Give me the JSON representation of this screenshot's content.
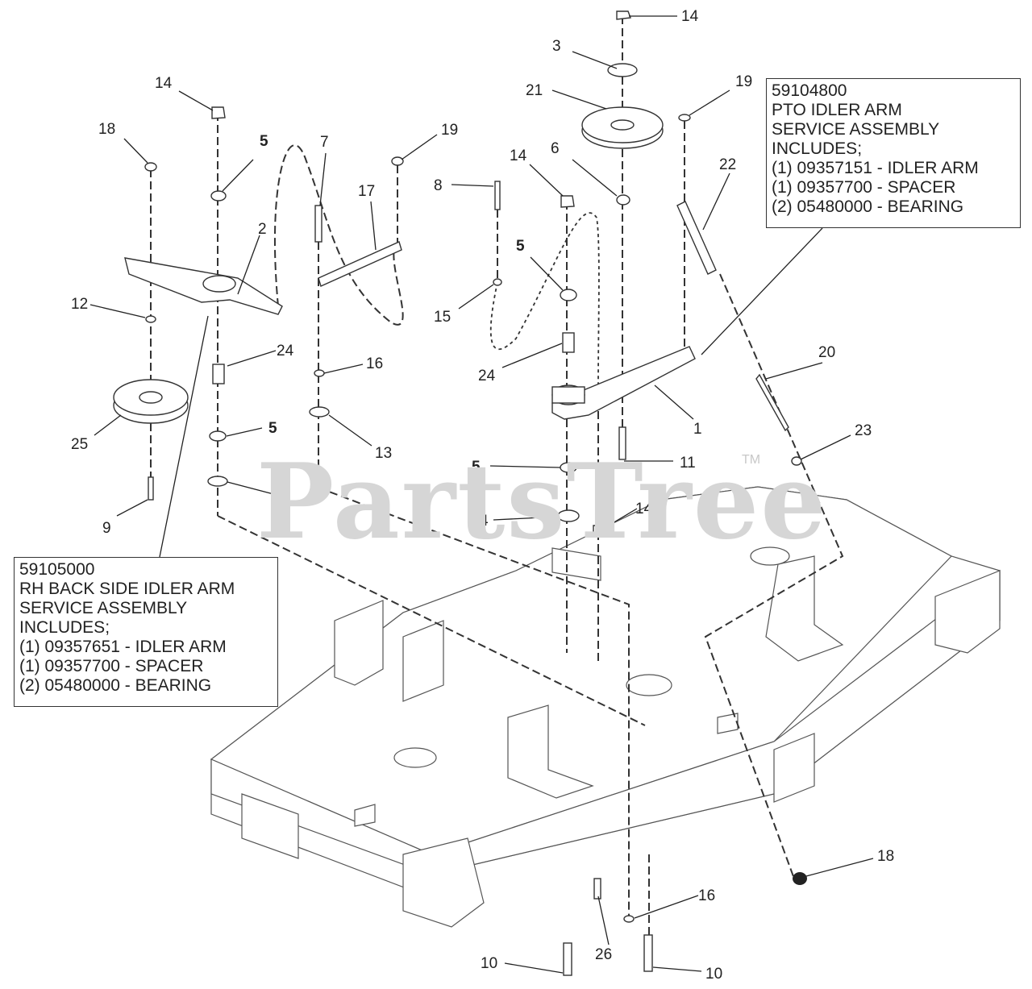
{
  "watermark": {
    "text": "PartsTree",
    "tm": "TM"
  },
  "info_boxes": {
    "rh_back_side": {
      "part_number": "59105000",
      "lines": [
        "RH BACK SIDE IDLER ARM",
        "SERVICE ASSEMBLY",
        "INCLUDES;",
        "(1) 09357651 - IDLER ARM",
        "(1) 09357700 - SPACER",
        "(2) 05480000 - BEARING"
      ]
    },
    "pto_idler": {
      "part_number": "59104800",
      "lines": [
        "PTO IDLER ARM",
        "SERVICE ASSEMBLY",
        "INCLUDES;",
        "(1) 09357151 - IDLER ARM",
        "(1) 09357700 - SPACER",
        "(2) 05480000 - BEARING"
      ]
    }
  },
  "callouts": [
    "14",
    "3",
    "21",
    "19",
    "14",
    "18",
    "5",
    "7",
    "19",
    "17",
    "2",
    "8",
    "14",
    "6",
    "22",
    "5",
    "12",
    "15",
    "24",
    "16",
    "24",
    "20",
    "1",
    "25",
    "5",
    "13",
    "23",
    "5",
    "11",
    "4",
    "9",
    "4",
    "14",
    "18",
    "16",
    "26",
    "10",
    "10"
  ],
  "colors": {
    "line": "#333333",
    "part_fill": "#ffffff",
    "watermark": "#d6d6d6"
  }
}
